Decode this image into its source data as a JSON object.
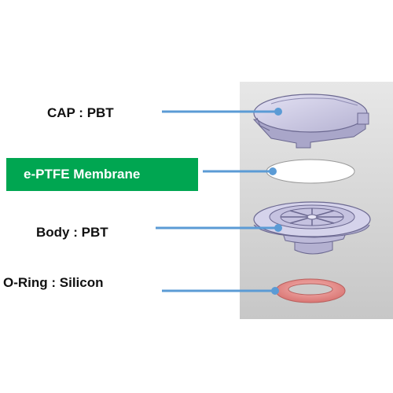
{
  "labels": {
    "cap": "CAP : PBT",
    "membrane": "e-PTFE Membrane",
    "body": "Body : PBT",
    "oring": "O-Ring : Silicon"
  },
  "colors": {
    "membrane_box": "#00a651",
    "leader_line": "#5b9bd5",
    "panel_top": "#e7e7e7",
    "panel_bottom": "#c7c7c7",
    "plastic_part": "#c9c6e2",
    "plastic_edge": "#6b6890",
    "oring": "#e9908f"
  }
}
